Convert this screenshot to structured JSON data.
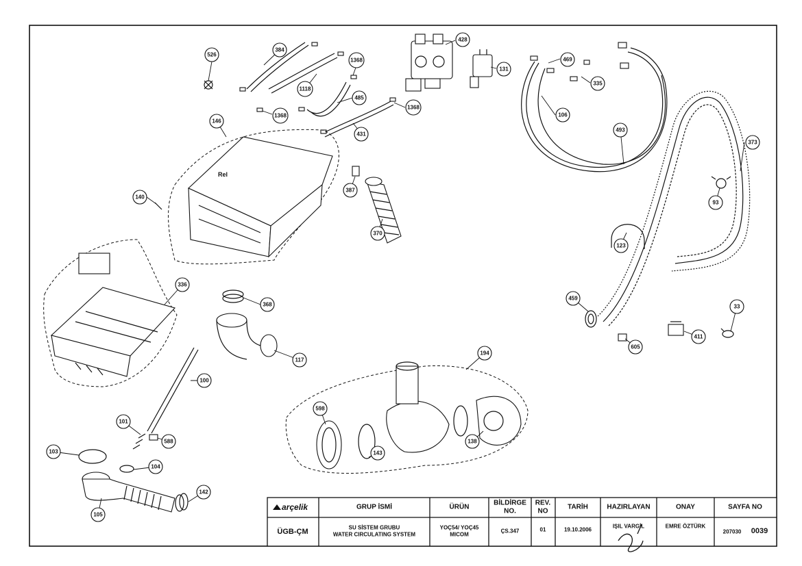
{
  "drawing": {
    "part_labels": [
      {
        "id": "label-526",
        "text": "526"
      },
      {
        "id": "label-384",
        "text": "384"
      },
      {
        "id": "label-1118",
        "text": "1118"
      },
      {
        "id": "label-1368a",
        "text": "1368"
      },
      {
        "id": "label-485",
        "text": "485"
      },
      {
        "id": "label-1368b",
        "text": "1368"
      },
      {
        "id": "label-1368c",
        "text": "1368"
      },
      {
        "id": "label-431",
        "text": "431"
      },
      {
        "id": "label-428",
        "text": "428"
      },
      {
        "id": "label-131",
        "text": "131"
      },
      {
        "id": "label-469",
        "text": "469"
      },
      {
        "id": "label-335",
        "text": "335"
      },
      {
        "id": "label-106",
        "text": "106"
      },
      {
        "id": "label-493",
        "text": "493"
      },
      {
        "id": "label-373",
        "text": "373"
      },
      {
        "id": "label-146",
        "text": "146"
      },
      {
        "id": "label-140",
        "text": "140"
      },
      {
        "id": "label-387",
        "text": "387"
      },
      {
        "id": "label-370",
        "text": "370"
      },
      {
        "id": "label-93",
        "text": "93"
      },
      {
        "id": "label-123",
        "text": "123"
      },
      {
        "id": "label-336",
        "text": "336"
      },
      {
        "id": "label-368",
        "text": "368"
      },
      {
        "id": "label-459",
        "text": "459"
      },
      {
        "id": "label-33",
        "text": "33"
      },
      {
        "id": "label-117",
        "text": "117"
      },
      {
        "id": "label-411",
        "text": "411"
      },
      {
        "id": "label-605",
        "text": "605"
      },
      {
        "id": "label-194",
        "text": "194"
      },
      {
        "id": "label-100",
        "text": "100"
      },
      {
        "id": "label-598",
        "text": "598"
      },
      {
        "id": "label-101",
        "text": "101"
      },
      {
        "id": "label-588",
        "text": "588"
      },
      {
        "id": "label-103",
        "text": "103"
      },
      {
        "id": "label-104",
        "text": "104"
      },
      {
        "id": "label-143",
        "text": "143"
      },
      {
        "id": "label-138",
        "text": "138"
      },
      {
        "id": "label-142",
        "text": "142"
      },
      {
        "id": "label-105",
        "text": "105"
      }
    ]
  },
  "title_block": {
    "logo": "arçelik",
    "headers": {
      "group_name": "GRUP İSMİ",
      "product": "ÜRÜN",
      "declaration_no_line1": "BİLDİRGE",
      "declaration_no_line2": "NO.",
      "revision_line1": "REV.",
      "revision_line2": "NO",
      "date": "TARİH",
      "prepared_by": "HAZIRLAYAN",
      "approval": "ONAY",
      "page_no": "SAYFA NO"
    },
    "values": {
      "group_code": "ÜGB-ÇM",
      "group_name_tr": "SU SİSTEM GRUBU",
      "group_name_en": "WATER CIRCULATING SYSTEM",
      "product_line1": "YOÇ54/ YOÇ45",
      "product_line2": "MICOM",
      "declaration_no": "ÇS.347",
      "revision_no": "01",
      "date": "19.10.2006",
      "prepared_by": "IŞIL VARGİL",
      "approval": "EMRE ÖZTÜRK",
      "page_no_prefix": "207030",
      "page_no_suffix": "0039"
    }
  }
}
